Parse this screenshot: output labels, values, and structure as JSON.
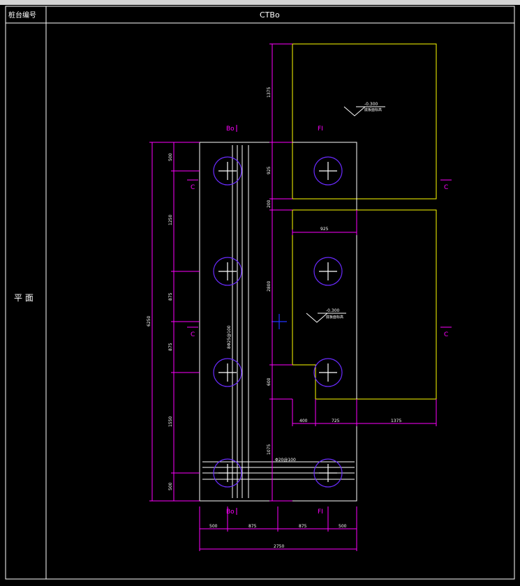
{
  "table": {
    "header_label": "桩台编号",
    "title": "CTBo",
    "row_label": "平 面"
  },
  "axes": {
    "top_left": "Bo",
    "top_right": "FI",
    "bottom_left": "Bo",
    "bottom_right": "FI"
  },
  "sections": {
    "left_upper": "C",
    "left_lower": "C",
    "right_upper": "C",
    "right_lower": "C"
  },
  "levels": {
    "upper_value": "-0.300",
    "upper_note": "底板面标高",
    "lower_value": "-0.300",
    "lower_note": "底板面标高"
  },
  "dims": {
    "left_500_top": "500",
    "left_1250": "1250",
    "left_875_a": "875",
    "left_875_b": "875",
    "left_1550": "1550",
    "left_500_bot": "500",
    "left_total": "6250",
    "mid_1375": "1375",
    "mid_925": "925",
    "mid_200": "200",
    "mid_2800": "2800",
    "mid_600": "600",
    "mid_1075": "1075",
    "inner_925": "925",
    "bot_500_a": "500",
    "bot_875_a": "875",
    "bot_875_b": "875",
    "bot_500_b": "500",
    "bot_total": "2750",
    "right_400": "400",
    "right_725": "725",
    "right_1375": "1375"
  },
  "rebar": {
    "vertical": "8Φ25@100",
    "horizontal": "Φ20@100"
  },
  "colors": {
    "frame": "#ffffff",
    "dimension": "#ff00ff",
    "pile": "#6a2bff",
    "slab": "#ffff00",
    "axis_marker": "#2233ff"
  }
}
